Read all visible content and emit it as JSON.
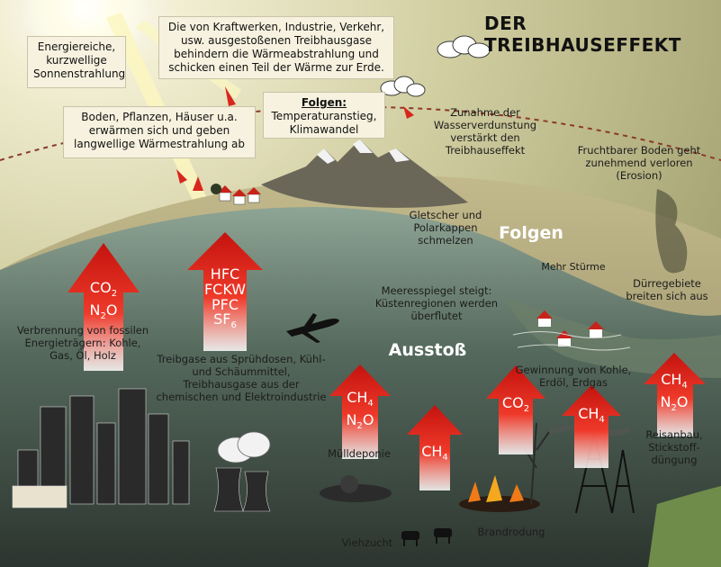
{
  "title": "DER TREIBHAUSEFFEKT",
  "info_boxes": {
    "sun": "Energiereiche, kurzwellige Sonnenstrahlung",
    "ground": "Boden, Pflanzen, Häuser u.a. erwärmen sich und geben langwellige Wärmestrahlung ab",
    "gases": "Die von Kraftwerken, Industrie, Verkehr, usw. ausgestoßenen Treibhausgase behindern die Wärmeabstrahlung und schicken einen Teil der Wärme zur Erde.",
    "effects_title": "Folgen:",
    "effects_text": "Temperaturanstieg, Klimawandel"
  },
  "consequences": {
    "heading": "Folgen",
    "evaporation": "Zunahme der Wasserverdunstung verstärkt den Treibhauseffekt",
    "soil": "Fruchtbarer Boden geht zunehmend verloren (Erosion)",
    "glaciers": "Gletscher und Polarkappen schmelzen",
    "storms": "Mehr Stürme",
    "drought": "Dürregebiete breiten sich aus",
    "sea_level": "Meeresspiegel steigt: Küstenregionen werden überflutet"
  },
  "emissions": {
    "heading": "Ausstoß",
    "fossil": "Verbrennung von fossilen Energieträgern: Kohle, Gas, Öl, Holz",
    "industry": "Treibgase aus Sprühdosen, Kühl- und Schäummittel, Treibhausgase aus der chemischen und Elektroindustrie",
    "landfill": "Mülldeponie",
    "livestock": "Viehzucht",
    "slash_burn": "Brandrodung",
    "mining": "Gewinnung von Kohle, Erdöl, Erdgas",
    "rice": "Reisanbau, Stickstoff-düngung"
  },
  "gas_labels": {
    "co2": [
      "CO",
      "2"
    ],
    "n2o": [
      "N",
      "2",
      "O"
    ],
    "ch4": [
      "CH",
      "4"
    ],
    "hfc": "HFC",
    "fckw": "FCKW",
    "pfc": "PFC",
    "sf6": [
      "SF",
      "6"
    ]
  },
  "colors": {
    "sky": "#c9c79a",
    "ground_bg": "#3d4a43",
    "arrow_red": "#e0211b",
    "box_bg": "#f7f2df"
  }
}
